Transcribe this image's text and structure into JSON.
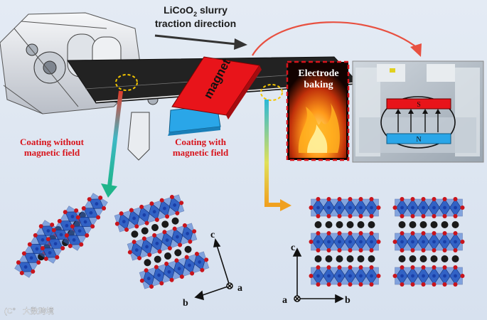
{
  "header": {
    "slurry_prefix": "LiCoO",
    "slurry_subscript": "2",
    "slurry_suffix": " slurry",
    "direction_label": "traction direction"
  },
  "labels": {
    "magnet": "magnet",
    "baking_line1": "Electrode",
    "baking_line2": "baking",
    "coating_without_line1": "Coating without",
    "coating_without_line2": "magnetic field",
    "coating_with_line1": "Coating with",
    "coating_with_line2": "magnetic field",
    "pole_s": "S",
    "pole_n": "N"
  },
  "axes_left": {
    "c": "c",
    "a": "a",
    "b": "b"
  },
  "axes_right": {
    "c": "c",
    "a": "a",
    "b": "b"
  },
  "watermark": "大数跨境",
  "colors": {
    "red": "#d8141c",
    "magnet_red": "#e8141a",
    "magnet_blue": "#2aa6e8",
    "octahedron_blue": "#2e5fc4",
    "oxygen_red": "#c8141c",
    "lithium_dark": "#1a1a1a"
  }
}
